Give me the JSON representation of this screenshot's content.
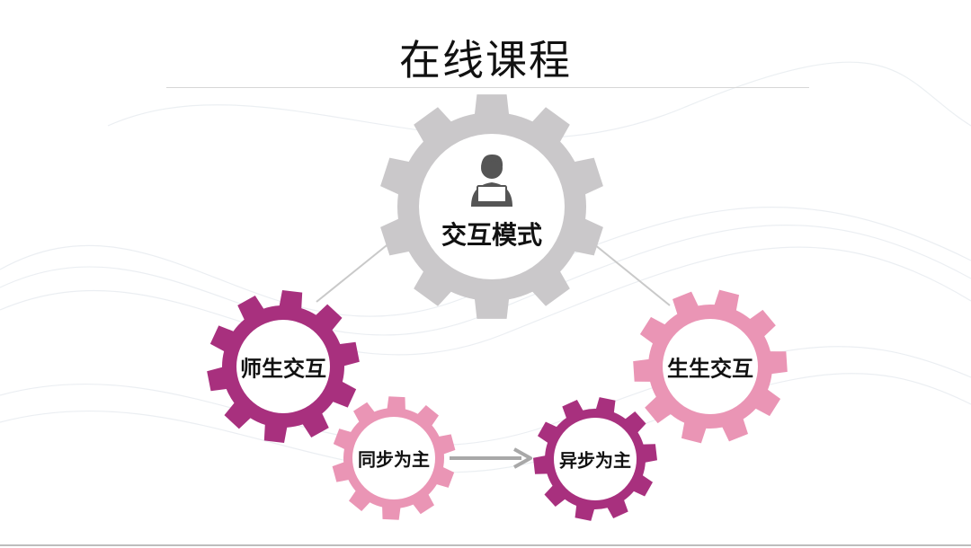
{
  "title": "在线课程",
  "center_node": {
    "label": "交互模式",
    "icon": "user-laptop-icon",
    "color": "#cac8ca"
  },
  "nodes": [
    {
      "label": "师生交互",
      "color": "#a8307e"
    },
    {
      "label": "生生交互",
      "color": "#ea95b5"
    },
    {
      "label": "同步为主",
      "color": "#ea95b5"
    },
    {
      "label": "异步为主",
      "color": "#a8307e"
    }
  ],
  "colors": {
    "connector": "#c9c9c9",
    "arrow": "#a8a8a8",
    "icon": "#555555"
  }
}
